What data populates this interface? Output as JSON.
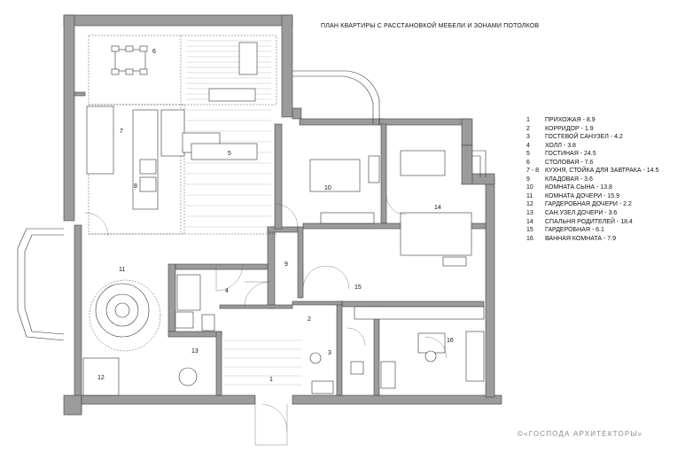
{
  "title": "ПЛАН КВАРТИРЫ С РАССТАНОВКОЙ МЕБЕЛИ И ЗОНАМИ ПОТОЛКОВ",
  "legend": [
    {
      "num": "1",
      "text": "ПРИХОЖАЯ - 8.9"
    },
    {
      "num": "2",
      "text": "КОРРИДОР - 1.9"
    },
    {
      "num": "3",
      "text": "ГОСТЕВОЙ САНУЗЕЛ - 4.2"
    },
    {
      "num": "4",
      "text": "ХОЛЛ - 3.8"
    },
    {
      "num": "5",
      "text": "ГОСТИНАЯ - 24.5"
    },
    {
      "num": "6",
      "text": "СТОЛОВАЯ - 7.6"
    },
    {
      "num": "7 - 8",
      "text": "КУХНЯ, СТОЙКА ДЛЯ ЗАВТРАКА - 14.5"
    },
    {
      "num": "9",
      "text": "КЛАДОВАЯ - 3.6"
    },
    {
      "num": "10",
      "text": "КОМНАТА СЫНА - 13.8"
    },
    {
      "num": "11",
      "text": "КОМНАТА ДОЧЕРИ - 15.9"
    },
    {
      "num": "12",
      "text": "ГАРДЕРОБНАЯ ДОЧЕРИ - 2.2"
    },
    {
      "num": "13",
      "text": "САН.УЗЕЛ ДОЧЕРИ - 3.6"
    },
    {
      "num": "14",
      "text": "СПАЛЬНЯ РОДИТЕЛЕЙ - 18.4"
    },
    {
      "num": "15",
      "text": "ГАРДЕРОБНАЯ - 6.1"
    },
    {
      "num": "16",
      "text": "ВАННАЯ КОМНАТА - 7.9"
    }
  ],
  "room_labels": [
    "1",
    "2",
    "3",
    "4",
    "5",
    "6",
    "7",
    "8",
    "9",
    "10",
    "11",
    "12",
    "13",
    "14",
    "15",
    "16"
  ],
  "watermark": "©«ГОСПОДА АРХИТЕКТОРЫ»"
}
